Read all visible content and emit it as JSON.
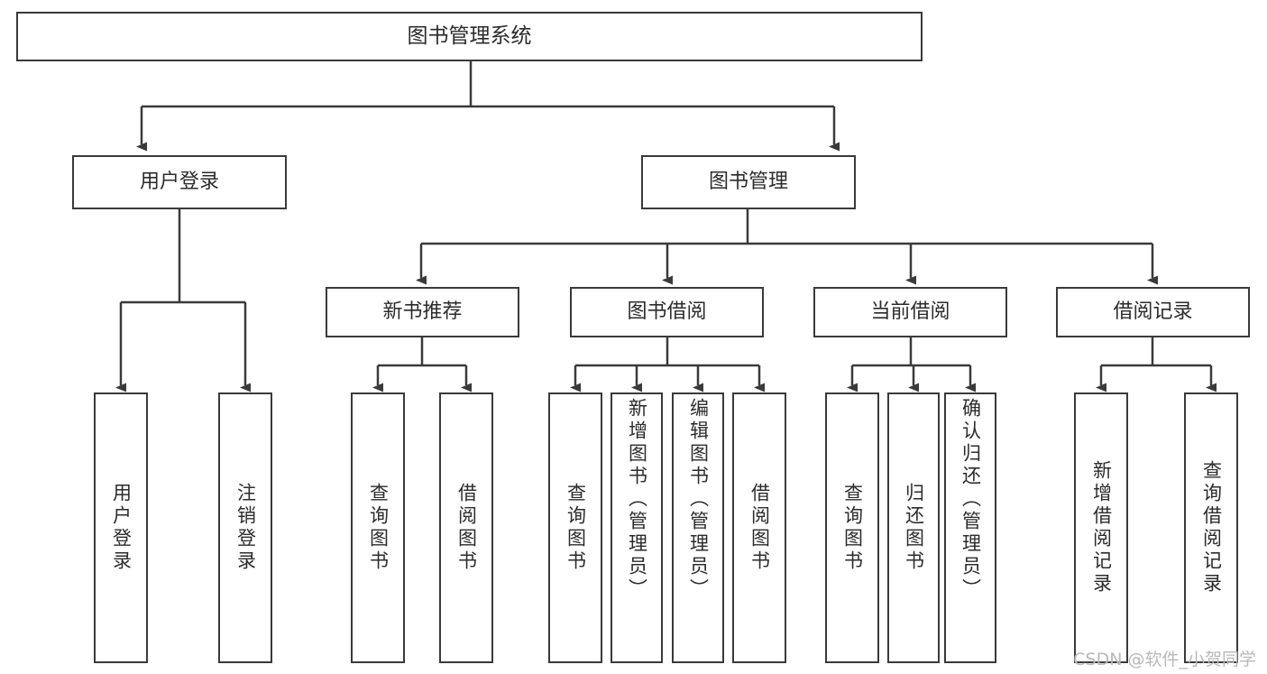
{
  "diagram": {
    "title": "图书管理系统",
    "type": "tree-hierarchy-chart",
    "watermark": "CSDN @软件_小贺同学",
    "stroke_color": "#3a3a3a",
    "text_color": "#2b2b2b",
    "background_color": "#ffffff"
  },
  "nodes": {
    "root": {
      "label": "图书管理系统"
    },
    "level2": [
      {
        "id": "user-login",
        "label": "用户登录"
      },
      {
        "id": "book-manage",
        "label": "图书管理"
      }
    ],
    "level3": [
      {
        "id": "new-book-recommend",
        "label": "新书推荐"
      },
      {
        "id": "book-borrow",
        "label": "图书借阅"
      },
      {
        "id": "current-borrow",
        "label": "当前借阅"
      },
      {
        "id": "borrow-record",
        "label": "借阅记录"
      }
    ],
    "leaves": {
      "user_login": [
        {
          "id": "leaf-user-login",
          "label": "用户登录"
        },
        {
          "id": "leaf-logout",
          "label": "注销登录"
        }
      ],
      "new_book_recommend": [
        {
          "id": "leaf-query-book-1",
          "label": "查询图书"
        },
        {
          "id": "leaf-borrow-book-1",
          "label": "借阅图书"
        }
      ],
      "book_borrow": [
        {
          "id": "leaf-query-book-2",
          "label": "查询图书"
        },
        {
          "id": "leaf-add-book",
          "label": "新增图书（管理员）"
        },
        {
          "id": "leaf-edit-book",
          "label": "编辑图书（管理员）"
        },
        {
          "id": "leaf-borrow-book-2",
          "label": "借阅图书"
        }
      ],
      "current_borrow": [
        {
          "id": "leaf-query-book-3",
          "label": "查询图书"
        },
        {
          "id": "leaf-return-book",
          "label": "归还图书"
        },
        {
          "id": "leaf-confirm-return",
          "label": "确认归还（管理员）"
        }
      ],
      "borrow_record": [
        {
          "id": "leaf-add-record",
          "label": "新增借阅记录"
        },
        {
          "id": "leaf-query-record",
          "label": "查询借阅记录"
        }
      ]
    }
  }
}
